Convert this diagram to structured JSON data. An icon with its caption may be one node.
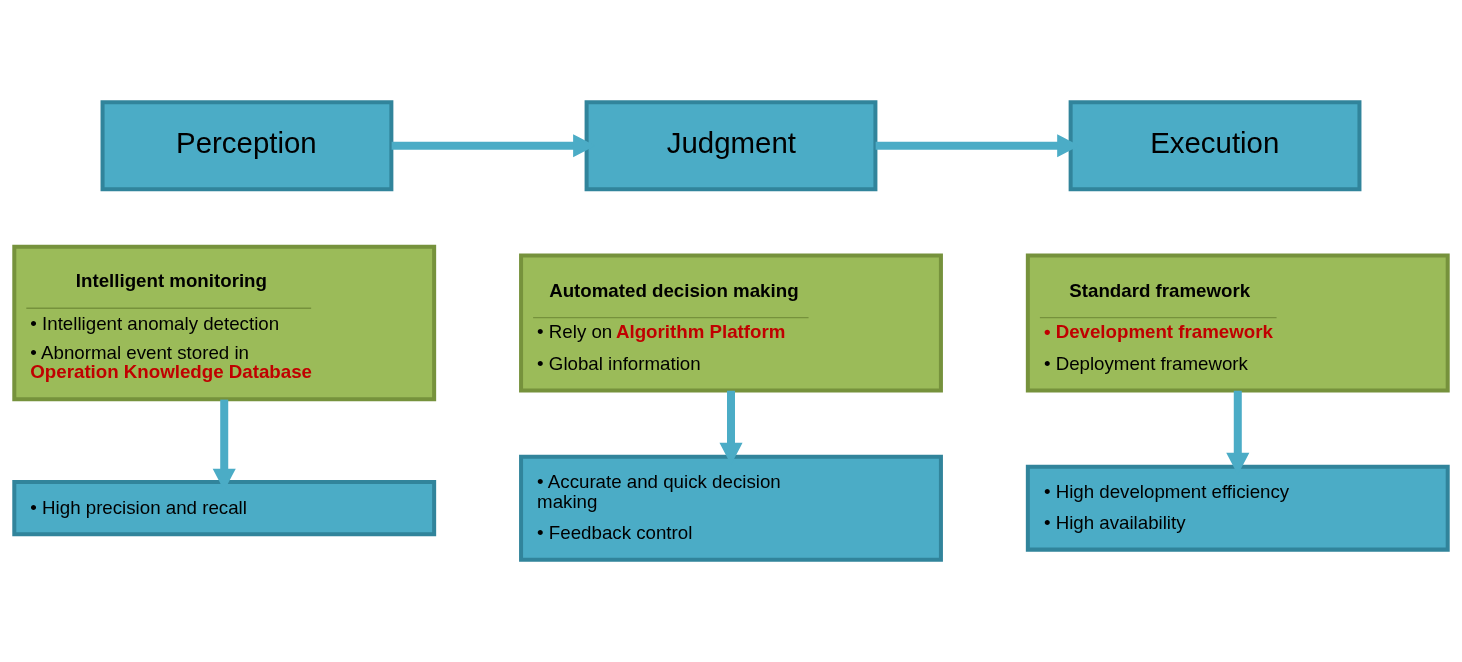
{
  "diagram": {
    "nodes": [
      {
        "text": [
          "Perception"
        ]
      },
      {
        "text": [
          "Judgment"
        ]
      },
      {
        "text": [
          "Execution"
        ]
      },
      {
        "text": [
          "Intelligent monitoring",
          "• Intelligent anomaly detection",
          "• Abnormal event stored in **Operation Knowledge Database**"
        ]
      },
      {
        "text": [
          "Automated decision making",
          "• Rely on **Algorithm Platform**",
          "• Global information"
        ]
      },
      {
        "text": [
          "Standard framework",
          "**• Development framework**",
          "• Deployment framework"
        ]
      },
      {
        "text": [
          "• High precision and recall"
        ]
      },
      {
        "text": [
          "• Accurate and quick decision making",
          "• Feedback control"
        ]
      },
      {
        "text": [
          "• High development efficiency",
          "• High availability"
        ]
      }
    ],
    "edges": [
      {
        "from": 0,
        "to": 1,
        "arrow": "to"
      },
      {
        "from": 1,
        "to": 2,
        "arrow": "to"
      },
      {
        "from": 3,
        "to": 6,
        "arrow": "to"
      },
      {
        "from": 4,
        "to": 7,
        "arrow": "to"
      },
      {
        "from": 5,
        "to": 8,
        "arrow": "to"
      }
    ]
  }
}
